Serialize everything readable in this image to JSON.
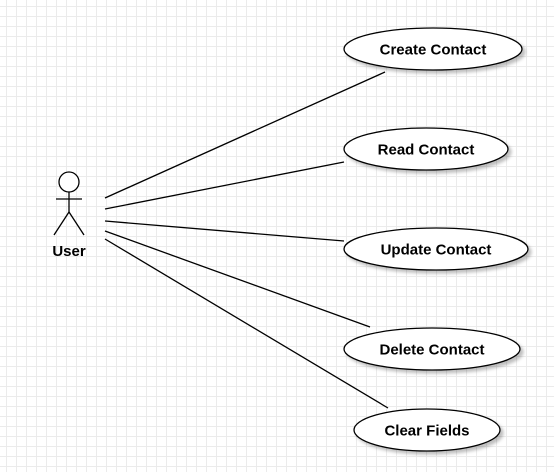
{
  "diagram": {
    "actor": {
      "name": "User"
    },
    "use_cases": [
      {
        "label": "Create Contact"
      },
      {
        "label": "Read Contact"
      },
      {
        "label": "Update Contact"
      },
      {
        "label": "Delete Contact"
      },
      {
        "label": "Clear Fields"
      }
    ]
  }
}
